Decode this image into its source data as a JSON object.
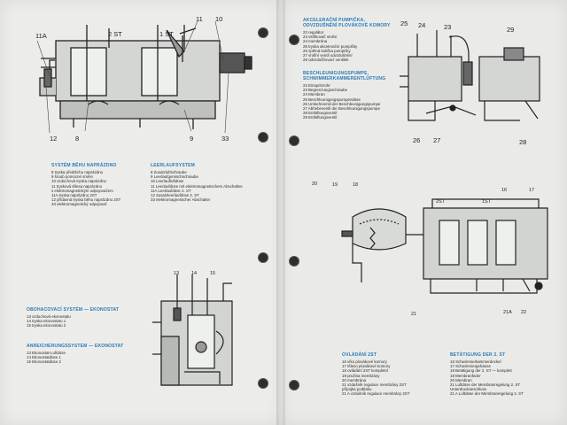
{
  "left_page": {
    "diagram_top": {
      "labels": [
        "11A",
        "2 ST",
        "1 ST",
        "11",
        "10",
        "12",
        "8",
        "9",
        "33"
      ]
    },
    "sections": [
      {
        "heading": "SYSTÉM BĚHU NAPRÁZDNO",
        "items": [
          "8   tryska předtěchu naprázdno",
          "9   šroub pomocné směsi",
          "10  vzduchová tryska naprázdno",
          "11  trysková tělesa naprázdno",
          "     s elektromagnetickým odpojovačem",
          "11A tryska naprázdno 2ST",
          "12  přídavná tryska běhu naprázdno 2ST",
          "33  elektromagnetický odpojovač"
        ]
      },
      {
        "heading": "LEERLAUFSYSTEM",
        "items": [
          "8   Zusatzluftschraube",
          "9   Leerlaufgemischschraube",
          "10  Leerlaufluftdüse",
          "11  Leerlaufdüse mit elektromagnetischem Abschaltve",
          "11A Leerlaufdüse 2. ST",
          "12  Zusatzleerlaufdüse 2. ST",
          "33  elektromagnetischer Abschalter"
        ]
      },
      {
        "heading": "OBOHACOVACÍ SYSTÉM — EKONOSTAT",
        "items": [
          "13  vzduchová ekonostatu",
          "14  tryska ekonostatu 1",
          "15  tryska ekonostatu 2"
        ]
      },
      {
        "heading": "ANREICHERUNGSSYSTEM — EKONOSTAT",
        "items": [
          "13  Ekonostat-Luftdüse",
          "14  Ekonostatdüse 1",
          "15  Ekonostatdüse 2"
        ]
      }
    ],
    "diagram_bottom": {
      "labels": [
        "13",
        "14",
        "15"
      ]
    }
  },
  "right_page": {
    "sections": [
      {
        "heading": "AKCELERAČNÍ PUMPIČKA, ODVZDUŠNĚNÍ PLOVÁKOVÉ KOMORY",
        "items": [
          "22  regulátor",
          "23  vstřikovač směsi",
          "24  membrána",
          "25  tryska akcelerační pumpičky",
          "26  zpětná kulička pumpičky",
          "27  vnitřní ventil odvzdušnění",
          "28  odvzdušňovací ventilek"
        ]
      },
      {
        "heading": "BESCHLEUNIGUNGSPUMPE, SCHWIMMERKAMMERENTLÜFTUNG",
        "items": [
          "22  Einspritzrohr",
          "23  Begrenzungsschraube",
          "24  Membran",
          "25  Beschleunigungspumpendüse",
          "26  Umkehrventil der Beschleunigungspumpe",
          "27  Abhebeventil der Beschleunigungspumpe",
          "28  Entlüftungsventil",
          "29  Entlüftungsventil"
        ]
      },
      {
        "heading": "OVLÁDÁNÍ 2ST",
        "items": [
          "16  víko plovákové komory",
          "17  těleso plovákové komory",
          "18  ovládání 2ST kompletní",
          "19  pružina membrány",
          "20  membrána",
          "21  vzdušník regulace membrány 2ST",
          "      přípojka podtlaku",
          "21 A  vzdušník regulace membrány 2ST"
        ]
      },
      {
        "heading": "BETÄTIGUNG DER 2. ST",
        "items": [
          "16  Schwimmerkammerdeckel",
          "17  Schwimmergehäuse",
          "18  Betätigung der 2. ST — komplett",
          "19  Membranfeder",
          "20  Membran",
          "21  Luftdüse der Membranregelung 2. ST",
          "      Unterdruckanschluss",
          "21 A  Luftdüse der Membranregelung 2. ST"
        ]
      }
    ],
    "diagram_top": {
      "labels": [
        "25",
        "24",
        "23",
        "29",
        "26",
        "27",
        "28"
      ]
    },
    "diagram_bottom": {
      "labels": [
        "20",
        "19",
        "18",
        "2ST",
        "1ST",
        "16",
        "17",
        "21",
        "21A",
        "22"
      ]
    }
  },
  "colors": {
    "heading": "#2a78b8",
    "ink": "#2b2b2b",
    "paper": "#ecedea",
    "background": "#7f8a86"
  }
}
